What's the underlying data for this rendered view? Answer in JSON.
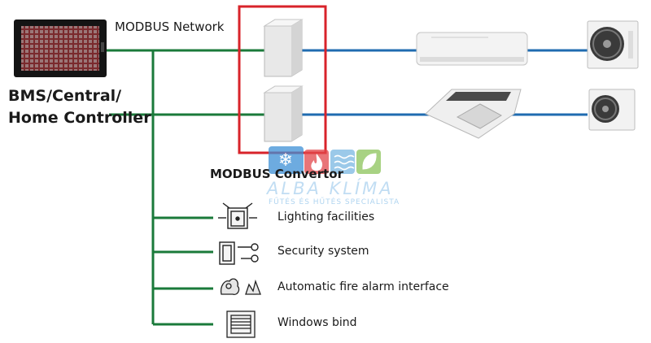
{
  "network_label": "MODBUS Network",
  "controller_label_lines": [
    "BMS/Central/",
    "Home Controller"
  ],
  "convertor_label": "MODBUS Convertor",
  "devices": [
    {
      "label": "Lighting facilities",
      "icon": "lighting-icon"
    },
    {
      "label": "Security system",
      "icon": "security-icon"
    },
    {
      "label": "Automatic fire alarm interface",
      "icon": "fire-alarm-icon"
    },
    {
      "label": "Windows bind",
      "icon": "window-blind-icon"
    }
  ],
  "watermark": {
    "brand": "ALBA KLÍMA",
    "tagline": "FŰTÉS ÉS HŰTÉS SPECIALISTA"
  },
  "colors": {
    "green_line": "#1a7a3a",
    "blue_line": "#1f6bb0",
    "highlight": "#d8232a"
  }
}
